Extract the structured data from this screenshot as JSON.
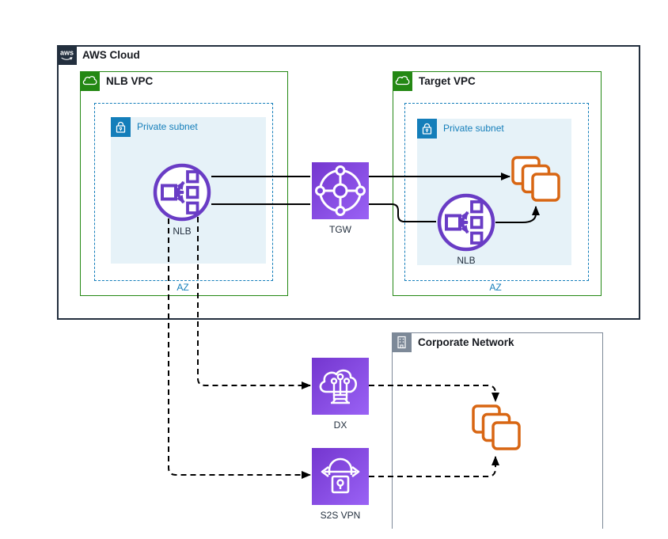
{
  "labels": {
    "aws_cloud": "AWS Cloud",
    "aws_logo": "aws",
    "nlb_vpc": "NLB VPC",
    "target_vpc": "Target VPC",
    "private_subnet_left": "Private subnet",
    "private_subnet_right": "Private subnet",
    "az_left": "AZ",
    "az_right": "AZ",
    "nlb_left": "NLB",
    "nlb_target": "NLB",
    "tgw": "TGW",
    "dx": "DX",
    "s2s_vpn": "S2S VPN",
    "corporate_network": "Corporate Network"
  },
  "colors": {
    "aws_cloud_border": "#232f3e",
    "vpc_green": "#248814",
    "subnet_blue": "#147eba",
    "subnet_fill": "#e6f2f8",
    "nlb_purple": "#693cc5",
    "service_purple_light": "#9a62f5",
    "service_purple_dark": "#7436cf",
    "instances_orange": "#d86613",
    "corporate_gray": "#7d8998",
    "connector_black": "#000000"
  },
  "icons": {
    "aws_logo": "aws-logo",
    "vpc": "vpc-cloud-icon",
    "private_subnet": "private-subnet-lock-icon",
    "corporate": "corporate-building-icon",
    "nlb": "network-load-balancer-icon",
    "tgw": "transit-gateway-icon",
    "dx": "direct-connect-icon",
    "s2s_vpn": "site-to-site-vpn-icon",
    "instances": "stacked-instances-icon"
  },
  "connections": [
    {
      "from": "NLB (NLB VPC)",
      "to": "TGW",
      "style": "solid"
    },
    {
      "from": "TGW",
      "to": "Target instances",
      "style": "solid-arrow"
    },
    {
      "from": "TGW",
      "to": "NLB (Target VPC)",
      "style": "solid"
    },
    {
      "from": "NLB (Target VPC)",
      "to": "Target instances",
      "style": "solid-arrow"
    },
    {
      "from": "NLB (NLB VPC)",
      "to": "DX",
      "style": "dashed-arrow"
    },
    {
      "from": "NLB (NLB VPC)",
      "to": "S2S VPN",
      "style": "dashed-arrow"
    },
    {
      "from": "DX",
      "to": "Corporate instances",
      "style": "dashed-arrow"
    },
    {
      "from": "S2S VPN",
      "to": "Corporate instances",
      "style": "dashed-arrow"
    }
  ]
}
